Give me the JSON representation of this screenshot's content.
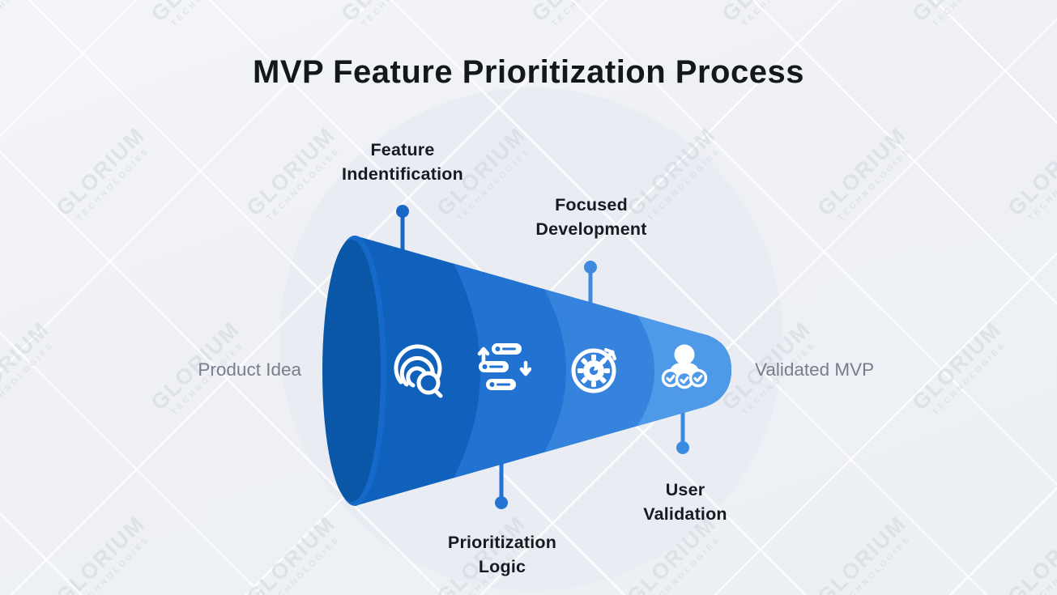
{
  "title": "MVP Feature Prioritization Process",
  "watermark": {
    "line1": "GLORIUM",
    "line2": "TECHNOLOGIES"
  },
  "funnel": {
    "input_label": "Product Idea",
    "output_label": "Validated MVP",
    "mouth_color": "#0a56a7",
    "mouth_rim_color": "#1569c9",
    "stages": [
      {
        "label_line1": "Feature",
        "label_line2": "Indentification",
        "label_position": "top",
        "icon": "fingerprint-search-icon",
        "color": "#1061bc",
        "stem_color": "#1966c6"
      },
      {
        "label_line1": "Prioritization",
        "label_line2": "Logic",
        "label_position": "bottom",
        "icon": "reorder-priority-icon",
        "color": "#2272d2",
        "stem_color": "#2273d3"
      },
      {
        "label_line1": "Focused",
        "label_line2": "Development",
        "label_position": "top",
        "icon": "target-gear-icon",
        "color": "#3583dc",
        "stem_color": "#3f8adf"
      },
      {
        "label_line1": "User",
        "label_line2": "Validation",
        "label_position": "bottom",
        "icon": "user-checks-icon",
        "color": "#4f9ae8",
        "stem_color": "#3a8ce2"
      }
    ]
  },
  "colors": {
    "background": "#eef0f3",
    "bg_circle": "#e9edf3",
    "title_text": "#14171d",
    "stage_label_text": "#171a20",
    "side_label_text": "#767e8b",
    "icon": "#ffffff",
    "watermark": "#d2d6dd"
  }
}
